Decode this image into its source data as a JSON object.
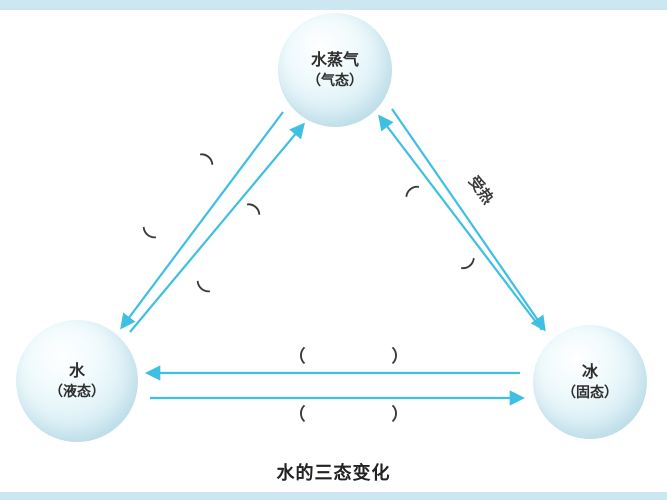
{
  "caption": "水的三态变化",
  "nodes": {
    "vapor": {
      "name": "水蒸气",
      "state": "（气态）"
    },
    "water": {
      "name": "水",
      "state": "（液态）"
    },
    "ice": {
      "name": "冰",
      "state": "（固态）"
    }
  },
  "labels": {
    "heated": "受热",
    "blank_open": "（",
    "blank_close": "）"
  },
  "edges": [
    {
      "from": "water",
      "to": "vapor",
      "label": ""
    },
    {
      "from": "vapor",
      "to": "water",
      "label": ""
    },
    {
      "from": "ice",
      "to": "vapor",
      "label": "受热"
    },
    {
      "from": "vapor",
      "to": "ice",
      "label": ""
    },
    {
      "from": "ice",
      "to": "water",
      "label": ""
    },
    {
      "from": "water",
      "to": "ice",
      "label": ""
    }
  ],
  "colors": {
    "arrow": "#3fbfe2",
    "text": "#3a3a3a",
    "strip": "#cde7f2"
  }
}
